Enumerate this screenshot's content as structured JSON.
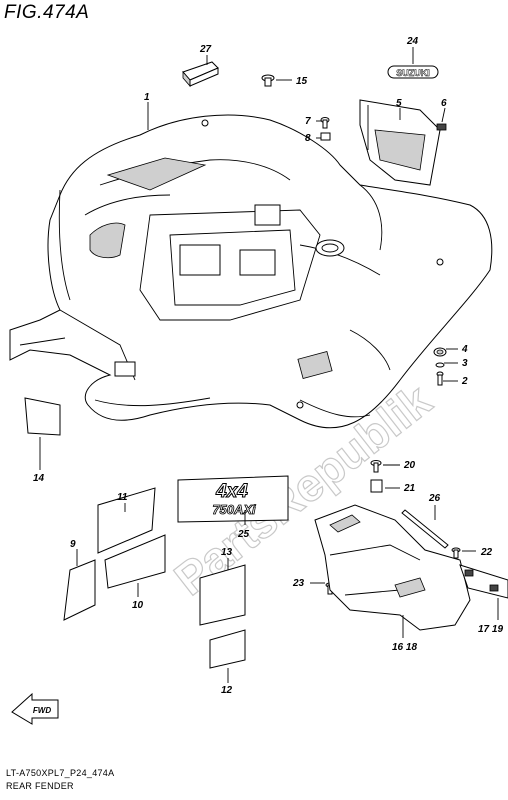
{
  "figure": {
    "title": "FIG.474A",
    "model_code": "LT-A750XPL7_P24_474A",
    "section_name": "REAR FENDER"
  },
  "emblems": {
    "suzuki": "SUZUKI",
    "four_by_four_line1": "4x4",
    "four_by_four_line2": "750AXi"
  },
  "watermark": "PartsRepublik",
  "front_arrow": "FWD",
  "callouts": [
    "1",
    "2",
    "3",
    "4",
    "5",
    "6",
    "7",
    "8",
    "9",
    "10",
    "11",
    "12",
    "13",
    "14",
    "15",
    "16 18",
    "17 19",
    "20",
    "21",
    "22",
    "23",
    "24",
    "25",
    "26",
    "27"
  ]
}
